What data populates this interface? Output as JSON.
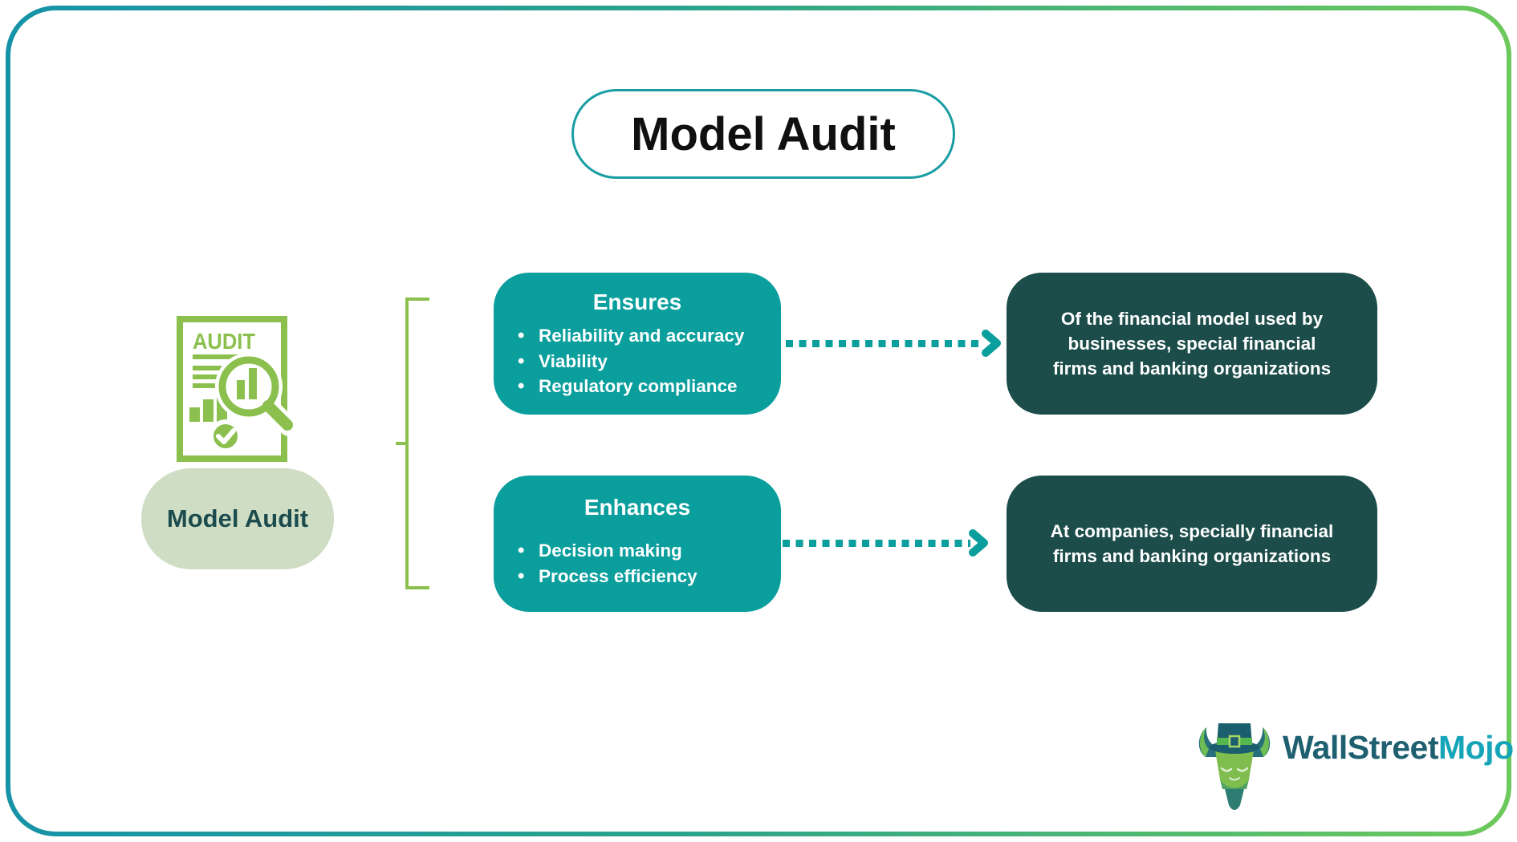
{
  "page": {
    "title": "Model Audit"
  },
  "subject": {
    "icon_label": "AUDIT",
    "label": "Model Audit"
  },
  "groups": [
    {
      "heading": "Ensures",
      "bullets": [
        "Reliability and accuracy",
        "Viability",
        "Regulatory compliance"
      ],
      "result": "Of the financial model used by\nbusinesses, special financial\nfirms and banking organizations"
    },
    {
      "heading": "Enhances",
      "bullets": [
        "Decision making",
        "Process efficiency"
      ],
      "result": "At companies, specially financial\nfirms and banking organizations"
    }
  ],
  "logo": {
    "part1": "WallStreet",
    "part2": "Mojo"
  },
  "colors": {
    "teal": "#0A9E9D",
    "dark_teal": "#1C4D4A",
    "green": "#8BC04F",
    "light_green": "#CFDDC4",
    "border_gradient_start": "#1793A8",
    "border_gradient_end": "#6DC95B",
    "title_pill_border": "#199DA3",
    "logo_dark": "#1E5F70",
    "logo_accent": "#16A5B8"
  }
}
